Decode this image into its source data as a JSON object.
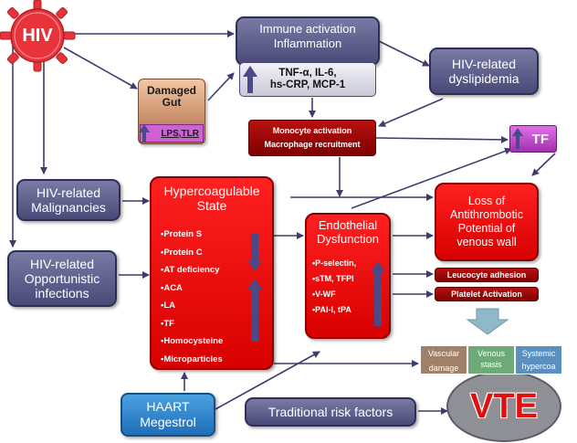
{
  "hiv": {
    "label": "HIV",
    "color": "#e8333a"
  },
  "immune": {
    "title_line1": "Immune activation",
    "title_line2": "Inflammation",
    "markers_line1": "TNF-α, IL-6,",
    "markers_line2": "hs-CRP, MCP-1"
  },
  "gut": {
    "title_line1": "Damaged",
    "title_line2": "Gut",
    "markers": "LPS,TLR"
  },
  "dyslipidemia": {
    "line1": "HIV-related",
    "line2": "dyslipidemia"
  },
  "monocyte": {
    "line1": "Monocyte activation",
    "line2": "Macrophage recruitment"
  },
  "tf": {
    "label": "TF"
  },
  "malignancies": {
    "line1": "HIV-related",
    "line2": "Malignancies"
  },
  "opportunistic": {
    "line1": "HIV-related",
    "line2": "Opportunistic",
    "line3": "infections"
  },
  "hypercoag": {
    "title_line1": "Hypercoagulable",
    "title_line2": "State",
    "items": [
      "Protein S",
      "Protein C",
      "AT deficiency",
      "ACA",
      "LA",
      "TF",
      "Homocysteine",
      "Microparticles"
    ]
  },
  "endothelial": {
    "title_line1": "Endothelial",
    "title_line2": "Dysfunction",
    "items": [
      "P-selectin,",
      "sTM, TFPI",
      "V-WF",
      "PAI-I, tPA"
    ]
  },
  "antithrombotic": {
    "line1": "Loss of",
    "line2": "Antithrombotic",
    "line3": "Potential of",
    "line4": "venous wall"
  },
  "leucocyte": "Leucocyte adhesion",
  "platelet": "Platelet Activation",
  "virchow": [
    {
      "line1": "Vascular",
      "line2": "damage",
      "color": "#a08068"
    },
    {
      "line1": "Venous",
      "line2": "stasis",
      "color": "#6eaa78"
    },
    {
      "line1": "Systemic",
      "line2": "hypercoa",
      "color": "#5a8fbf"
    }
  ],
  "vte": {
    "label": "VTE"
  },
  "haart": {
    "line1": "HAART",
    "line2": "Megestrol"
  },
  "traditional": "Traditional risk factors"
}
